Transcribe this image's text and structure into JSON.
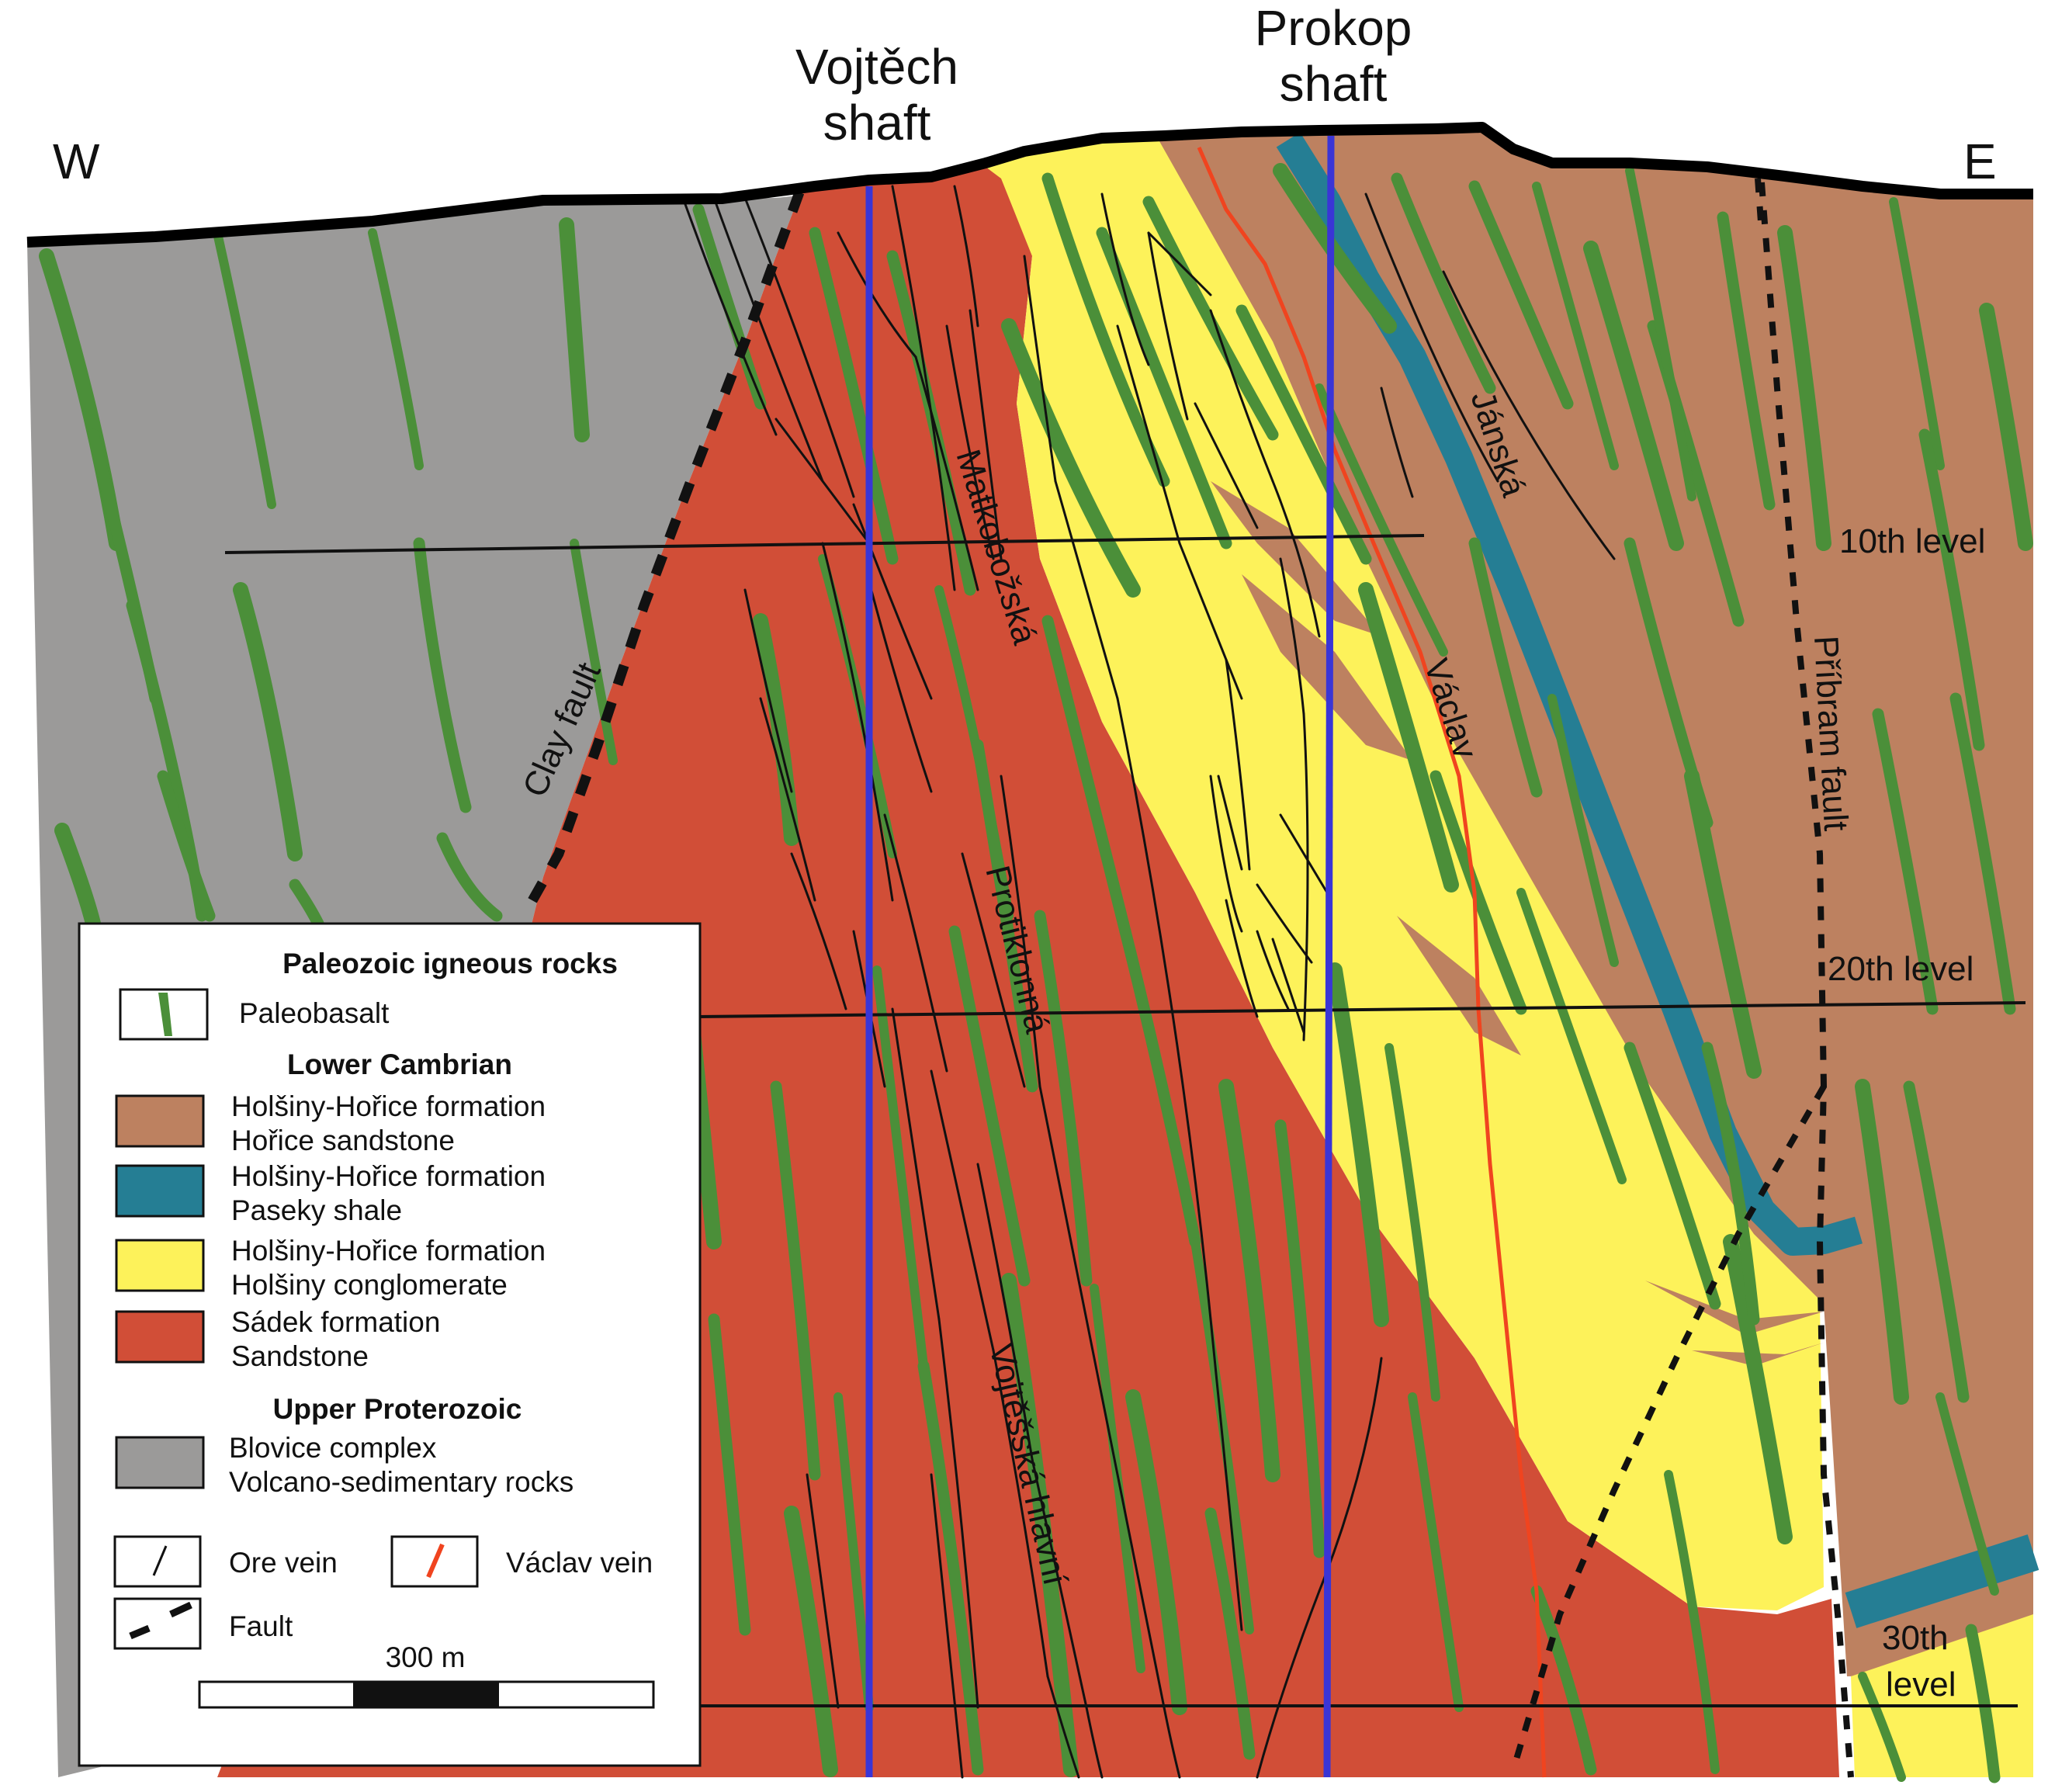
{
  "directions": {
    "west": "W",
    "east": "E"
  },
  "shafts": [
    {
      "id": "vojtech",
      "line1": "Vojtěch",
      "line2": "shaft"
    },
    {
      "id": "prokop",
      "line1": "Prokop",
      "line2": "shaft"
    }
  ],
  "veins": {
    "matkobozska": "Matkobožská",
    "protiklonna": "Protiklonná",
    "vojtesska": "Vojtěšská hlavní",
    "janska": "Jánská",
    "vaclav": "Václav"
  },
  "faults": {
    "clay": "Clay fault",
    "pribram": "Příbram fault"
  },
  "levels": {
    "l10": "10th level",
    "l20": "20th level",
    "l30a": "30th",
    "l30b": "level"
  },
  "legend": {
    "paleozoic_header": "Paleozoic igneous rocks",
    "paleobasalt": "Paleobasalt",
    "cambrian_header": "Lower Cambrian",
    "horice_l1": "Holšiny-Hořice formation",
    "horice_l2": "Hořice sandstone",
    "paseky_l1": "Holšiny-Hořice formation",
    "paseky_l2": "Paseky shale",
    "holsiny_l1": "Holšiny-Hořice formation",
    "holsiny_l2": "Holšiny conglomerate",
    "sadek_l1": "Sádek formation",
    "sadek_l2": "Sandstone",
    "proterozoic_header": "Upper Proterozoic",
    "blovice_l1": "Blovice complex",
    "blovice_l2": "Volcano-sedimentary rocks",
    "ore_vein": "Ore vein",
    "vaclav_vein": "Václav vein",
    "fault": "Fault",
    "scale": "300 m"
  },
  "colors": {
    "gray": "#9b9a99",
    "red": "#d14e37",
    "yellow": "#fdf25a",
    "brown": "#bd8160",
    "blue": "#257e94",
    "green": "#4b8f39",
    "shaft": "#3a35d6",
    "vaclav_vein": "#f0441f"
  }
}
